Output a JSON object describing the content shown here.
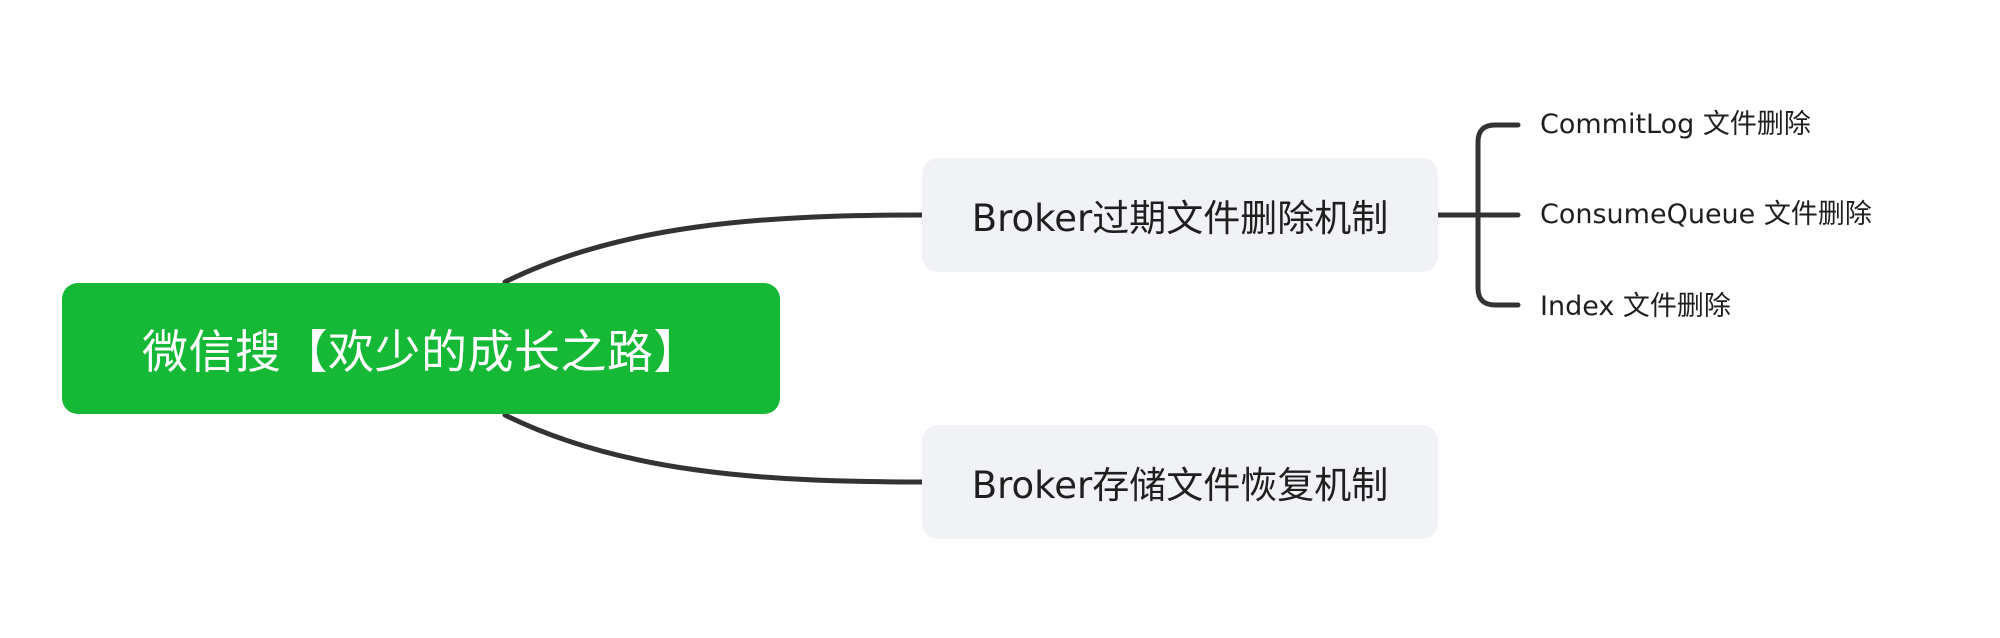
{
  "mindmap": {
    "root": {
      "label": "微信搜【欢少的成长之路】"
    },
    "branches": [
      {
        "label": "Broker过期文件删除机制",
        "children": [
          {
            "label": "CommitLog 文件删除"
          },
          {
            "label": "ConsumeQueue 文件删除"
          },
          {
            "label": "Index 文件删除"
          }
        ]
      },
      {
        "label": "Broker存储文件恢复机制"
      }
    ]
  },
  "colors": {
    "root_fill": "#15b935",
    "branch_fill": "#f0f2f5",
    "edge": "#333333",
    "text_dark": "#1f1f1f",
    "text_light": "#ffffff"
  }
}
